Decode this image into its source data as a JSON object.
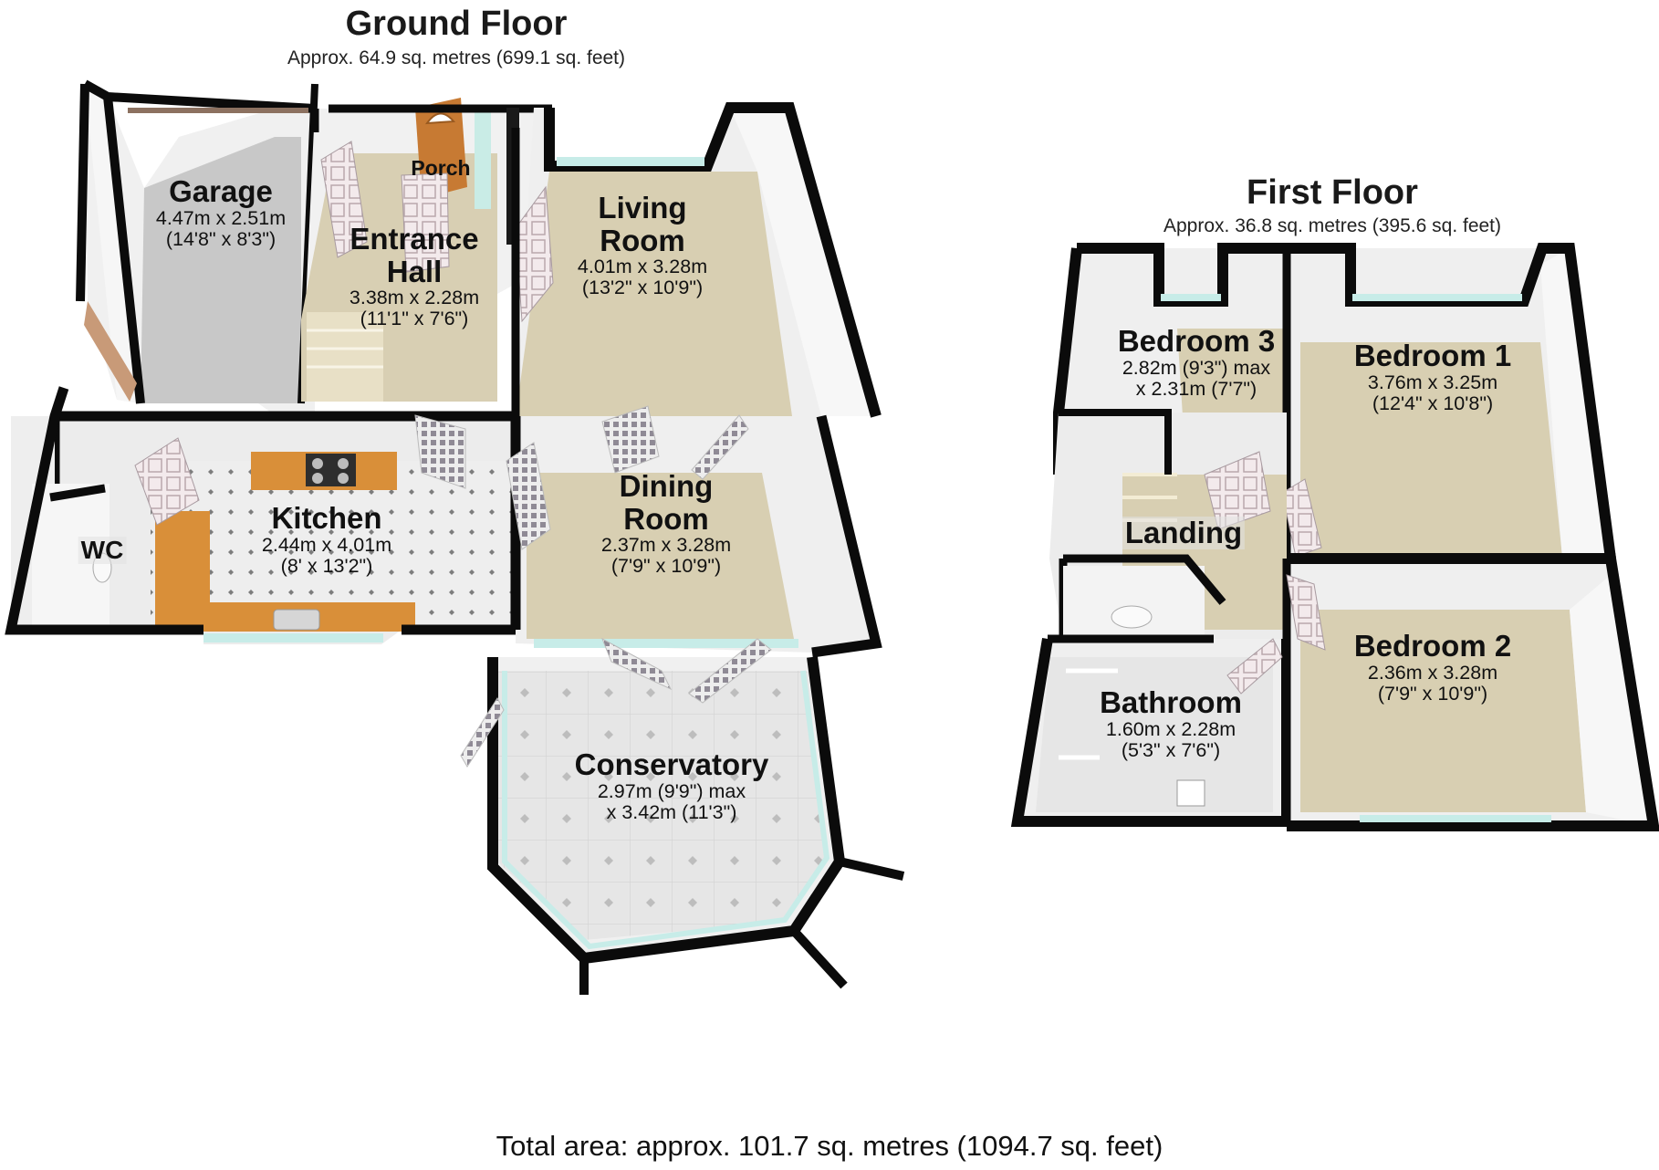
{
  "ground_floor": {
    "title": "Ground Floor",
    "area": "Approx. 64.9 sq. metres (699.1 sq. feet)",
    "rooms": {
      "garage": {
        "name": "Garage",
        "dim1": "4.47m x 2.51m",
        "dim2": "(14'8\" x 8'3\")"
      },
      "porch": {
        "name": "Porch"
      },
      "entrance_hall": {
        "name1": "Entrance",
        "name2": "Hall",
        "dim1": "3.38m x 2.28m",
        "dim2": "(11'1\" x 7'6\")"
      },
      "living_room": {
        "name1": "Living",
        "name2": "Room",
        "dim1": "4.01m x 3.28m",
        "dim2": "(13'2\" x 10'9\")"
      },
      "kitchen": {
        "name": "Kitchen",
        "dim1": "2.44m x 4.01m",
        "dim2": "(8' x 13'2\")"
      },
      "wc": {
        "name": "WC"
      },
      "dining_room": {
        "name1": "Dining",
        "name2": "Room",
        "dim1": "2.37m x 3.28m",
        "dim2": "(7'9\" x 10'9\")"
      },
      "conservatory": {
        "name": "Conservatory",
        "dim1": "2.97m (9'9\") max",
        "dim2": "x 3.42m (11'3\")"
      }
    }
  },
  "first_floor": {
    "title": "First Floor",
    "area": "Approx. 36.8 sq. metres (395.6 sq. feet)",
    "rooms": {
      "bedroom3": {
        "name": "Bedroom 3",
        "dim1": "2.82m (9'3\") max",
        "dim2": "x 2.31m (7'7\")"
      },
      "bedroom1": {
        "name": "Bedroom 1",
        "dim1": "3.76m x 3.25m",
        "dim2": "(12'4\" x 10'8\")"
      },
      "landing": {
        "name": "Landing"
      },
      "bedroom2": {
        "name": "Bedroom 2",
        "dim1": "2.36m x 3.28m",
        "dim2": "(7'9\" x 10'9\")"
      },
      "bathroom": {
        "name": "Bathroom",
        "dim1": "1.60m x 2.28m",
        "dim2": "(5'3\" x 7'6\")"
      }
    }
  },
  "total_area": "Total area: approx. 101.7 sq. metres (1094.7 sq. feet)",
  "colors": {
    "wall": "#0b0b0b",
    "wall_inner": "#ececec",
    "carpet": "#d9cfb2",
    "garage_floor": "#c9c9c9",
    "tile": "#e4e4e4",
    "worktop": "#d9923c",
    "window": "#c7ece8",
    "door": "#f1e7ea"
  }
}
